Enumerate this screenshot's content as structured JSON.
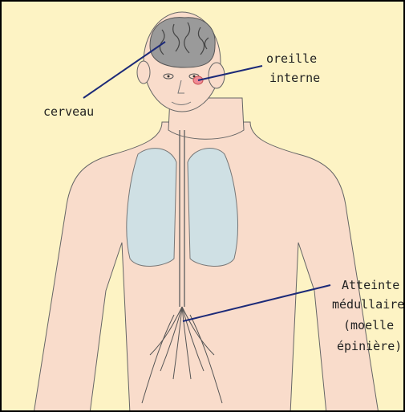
{
  "labels": {
    "cerveau": "cerveau",
    "oreille": "oreille",
    "interne": "interne",
    "atteinte": "Atteinte",
    "medullaire": "médullaire",
    "moelle": "(moelle",
    "epiniere": "épinière)"
  },
  "colors": {
    "background": "#fdf3c4",
    "skin": "#f9dccb",
    "brain": "#9a9a9a",
    "lungs": "#cfe0e4",
    "ear_highlight": "#f08a96",
    "pointer_line": "#1c2a78"
  }
}
